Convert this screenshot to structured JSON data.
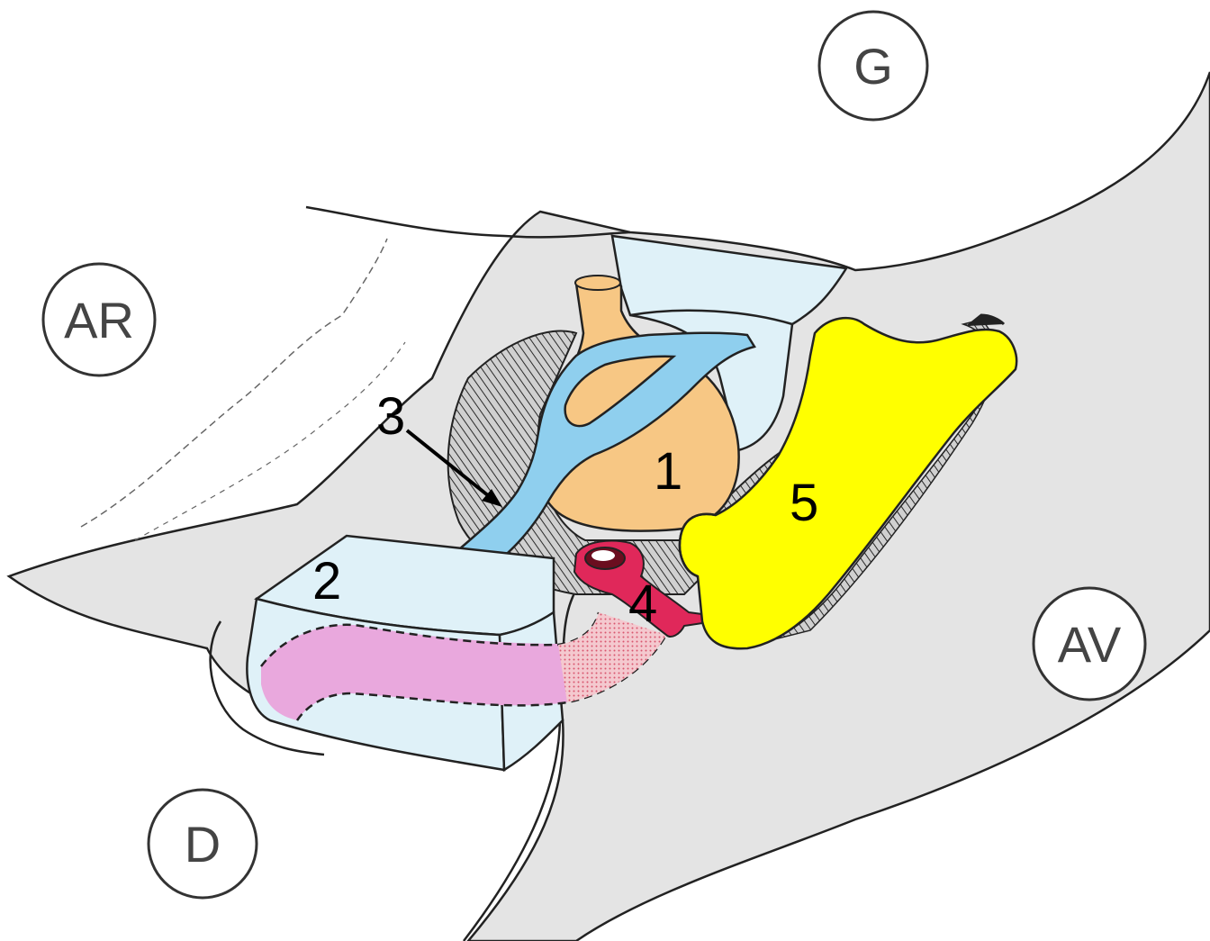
{
  "orientation_labels": {
    "g": "G",
    "ar": "AR",
    "av": "AV",
    "d": "D"
  },
  "structure_labels": {
    "n1": "1",
    "n2": "2",
    "n3": "3",
    "n4": "4",
    "n5": "5"
  },
  "colors": {
    "background": "#ffffff",
    "tissue": "#e4e4e4",
    "gland": "#f7c784",
    "vessel_blue": "#8fcfee",
    "block": "#dff1f8",
    "block_inner": "#e9a8dd",
    "artery": "#e0285a",
    "bone": "#ffff00",
    "line": "#222222"
  }
}
